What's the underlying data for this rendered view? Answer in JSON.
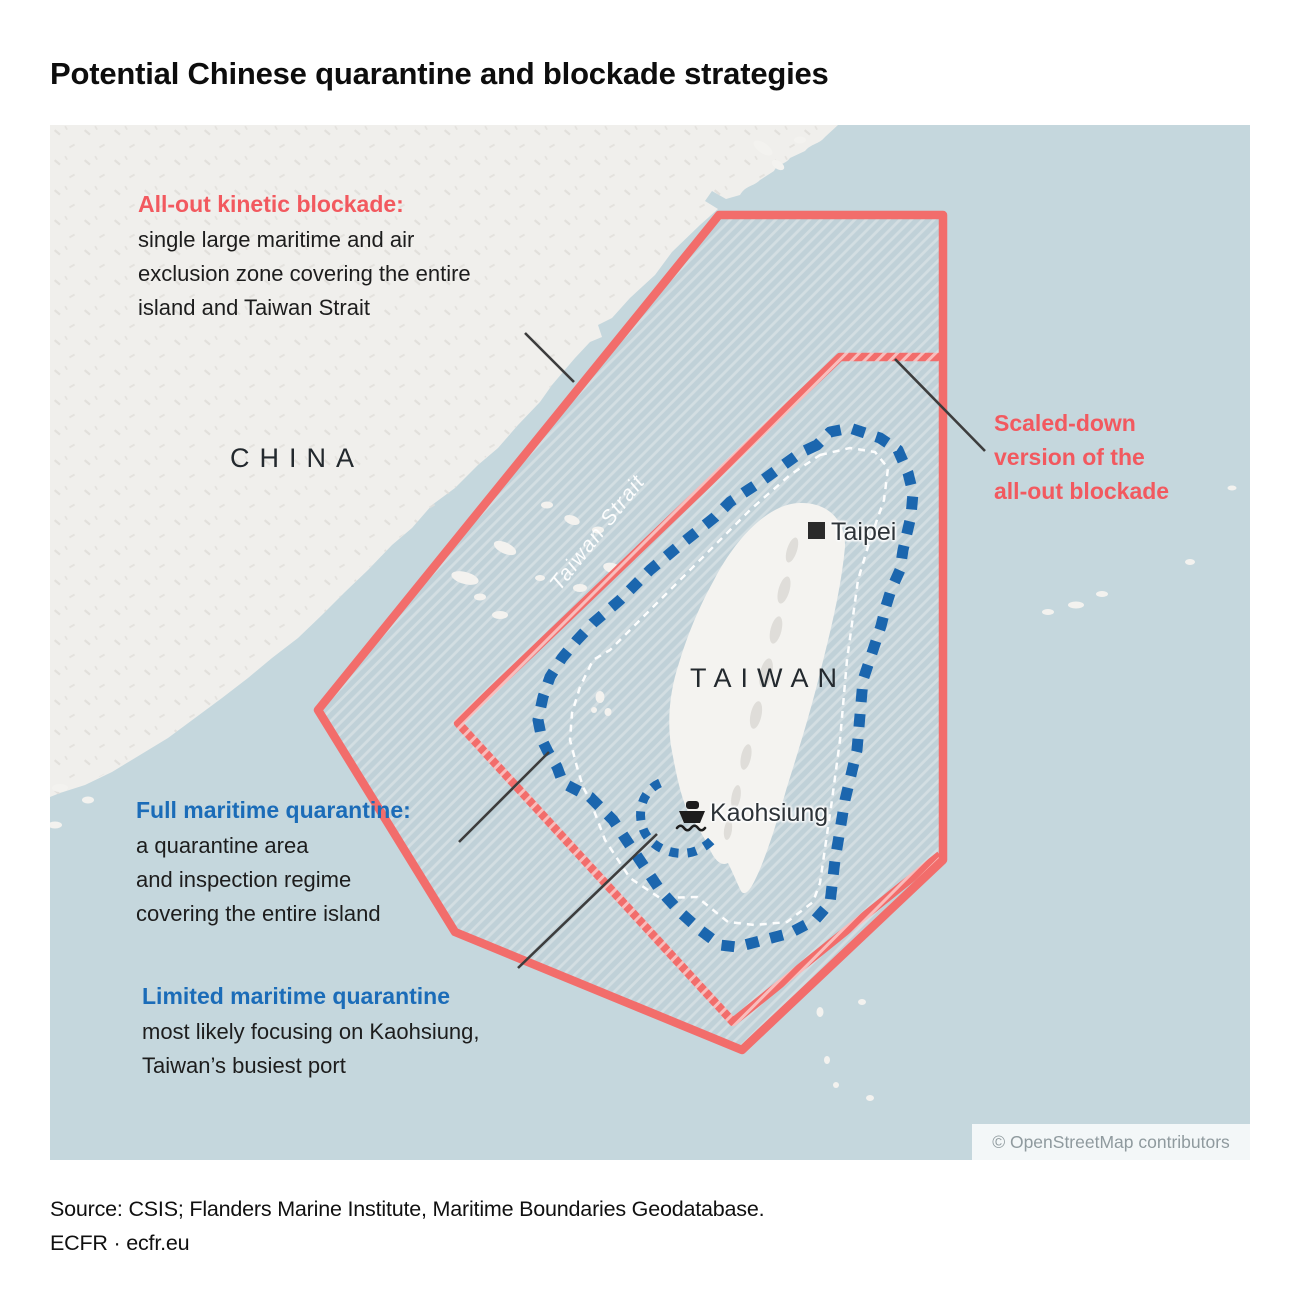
{
  "title": "Potential Chinese quarantine and blockade strategies",
  "map": {
    "region_labels": {
      "china": "CHINA",
      "taiwan": "TAIWAN",
      "strait": "Taiwan Strait"
    },
    "cities": {
      "taipei": "Taipei",
      "kaohsiung": "Kaohsiung"
    },
    "annotations": {
      "allout": {
        "heading": "All-out kinetic blockade:",
        "line1": "single large maritime and air",
        "line2": "exclusion zone covering the entire",
        "line3": "island and Taiwan Strait"
      },
      "scaled": {
        "line1": "Scaled-down",
        "line2": "version of the",
        "line3": "all-out blockade"
      },
      "full": {
        "heading": "Full maritime quarantine:",
        "line1": "a quarantine area",
        "line2": "and inspection regime",
        "line3": "covering the entire island"
      },
      "limited": {
        "heading": "Limited maritime quarantine",
        "line1": "most likely focusing on Kaohsiung,",
        "line2": "Taiwan’s busiest port"
      }
    },
    "attribution": "© OpenStreetMap contributors"
  },
  "footer": {
    "source_line1": "Source: CSIS; Flanders Marine Institute, Maritime Boundaries Geodatabase.",
    "source_line2": "ECFR · ecfr.eu"
  },
  "colors": {
    "blockade_red": "#f26d6b",
    "red_text": "#f2595f",
    "quarantine_blue": "#1b66ae",
    "blue_text": "#1b6cb8",
    "sea": "#c5d7dd",
    "land": "#f0efec",
    "taiwan_land": "#f4f3f0",
    "hatch_stripe": "#d3dee2",
    "attribution_text": "#8f9a9e"
  }
}
